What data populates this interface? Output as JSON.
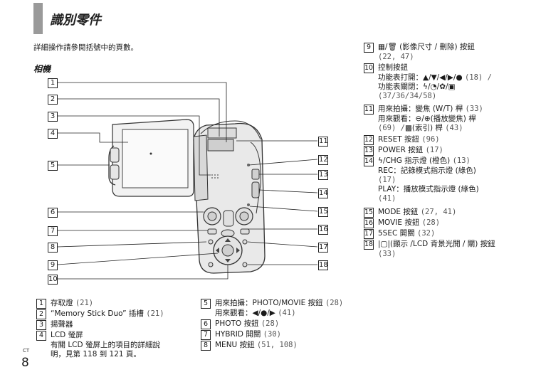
{
  "header": {
    "title": "識別零件",
    "intro": "詳細操作請參閱括號中的頁數。",
    "section": "相機"
  },
  "callouts": [
    "1",
    "2",
    "3",
    "4",
    "5",
    "6",
    "7",
    "8",
    "9",
    "10",
    "11",
    "12",
    "13",
    "14",
    "15",
    "16",
    "17",
    "18"
  ],
  "parts_left": [
    {
      "num": "1",
      "text": "存取燈",
      "ref": "(21)"
    },
    {
      "num": "2",
      "text": "“Memory Stick Duo” 插槽",
      "ref": "(21)"
    },
    {
      "num": "3",
      "text": "揚聲器",
      "ref": ""
    },
    {
      "num": "4",
      "text": "LCD 螢屏",
      "ref": "",
      "extra1": "有關 LCD 螢屏上的項目的詳細說",
      "extra2": "明，見第 118 到 121 頁。"
    }
  ],
  "parts_mid": [
    {
      "num": "5",
      "text": "用來拍攝：PHOTO/MOVIE 按鈕",
      "ref": "(28)",
      "extra1": "用來觀看：◀/●/▶",
      "extra1_ref": "(41)"
    },
    {
      "num": "6",
      "text": "PHOTO 按鈕",
      "ref": "(28)"
    },
    {
      "num": "7",
      "text": "HYBRID 開關",
      "ref": "(30)"
    },
    {
      "num": "8",
      "text": "MENU 按鈕",
      "ref": "(51, 108)"
    }
  ],
  "parts_right": [
    {
      "num": "9",
      "text": "(影像尺寸 / 刪除) 按鈕",
      "ref": "(22, 47)"
    },
    {
      "num": "10",
      "text": "控制按鈕",
      "line2": "功能表打開：▲/▼/◀/▶/●",
      "line2_ref": "(18) /",
      "line3": "功能表關閉：",
      "line4": "(37/36/34/58)"
    },
    {
      "num": "11",
      "text": "用來拍攝：變焦 (W/T) 桿",
      "ref": "(33)",
      "line2": "用來觀看：",
      "line2_tail": "(播放變焦) 桿",
      "line3": "(69) /",
      "line3_tail": "(索引) 桿",
      "line3_ref": "(43)"
    },
    {
      "num": "12",
      "text": "RESET 按鈕",
      "ref": "(96)"
    },
    {
      "num": "13",
      "text": "POWER 按鈕",
      "ref": "(17)"
    },
    {
      "num": "14",
      "text": "/CHG 指示燈 (橙色)",
      "ref": "(13)",
      "line2": "REC：記錄模式指示燈 (綠色)",
      "line3": "(17)",
      "line4": "PLAY：播放模式指示燈 (綠色)",
      "line5": "(41)"
    },
    {
      "num": "15",
      "text": "MODE 按鈕",
      "ref": "(27, 41)"
    },
    {
      "num": "16",
      "text": "MOVIE 按鈕",
      "ref": "(28)"
    },
    {
      "num": "17",
      "text": "5SEC 開關",
      "ref": "(32)"
    },
    {
      "num": "18",
      "text": "(顯示 /LCD 背景光開 / 關) 按鈕",
      "ref": "(33)"
    }
  ],
  "footer": {
    "page": "8",
    "lang": "CT"
  },
  "icons": [
    "image-size-icon",
    "trash-icon",
    "flash-icon",
    "self-timer-icon",
    "macro-icon",
    "review-icon",
    "zoom-out-icon",
    "zoom-in-icon",
    "index-icon",
    "display-icon"
  ]
}
